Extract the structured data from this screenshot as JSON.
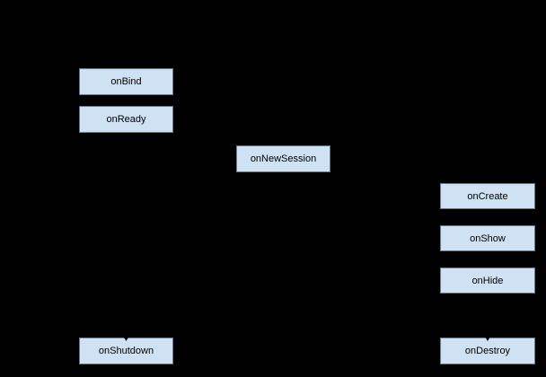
{
  "colors": {
    "background": "#000000",
    "node_fill": "#cfe2f3",
    "node_border": "#687686",
    "node_text": "#000000"
  },
  "diagram": {
    "type": "lifecycle-flow",
    "nodes": [
      {
        "id": "onBind",
        "label": "onBind"
      },
      {
        "id": "onReady",
        "label": "onReady"
      },
      {
        "id": "onNewSession",
        "label": "onNewSession"
      },
      {
        "id": "onCreate",
        "label": "onCreate"
      },
      {
        "id": "onShow",
        "label": "onShow"
      },
      {
        "id": "onHide",
        "label": "onHide"
      },
      {
        "id": "onShutdown",
        "label": "onShutdown"
      },
      {
        "id": "onDestroy",
        "label": "onDestroy"
      }
    ]
  }
}
